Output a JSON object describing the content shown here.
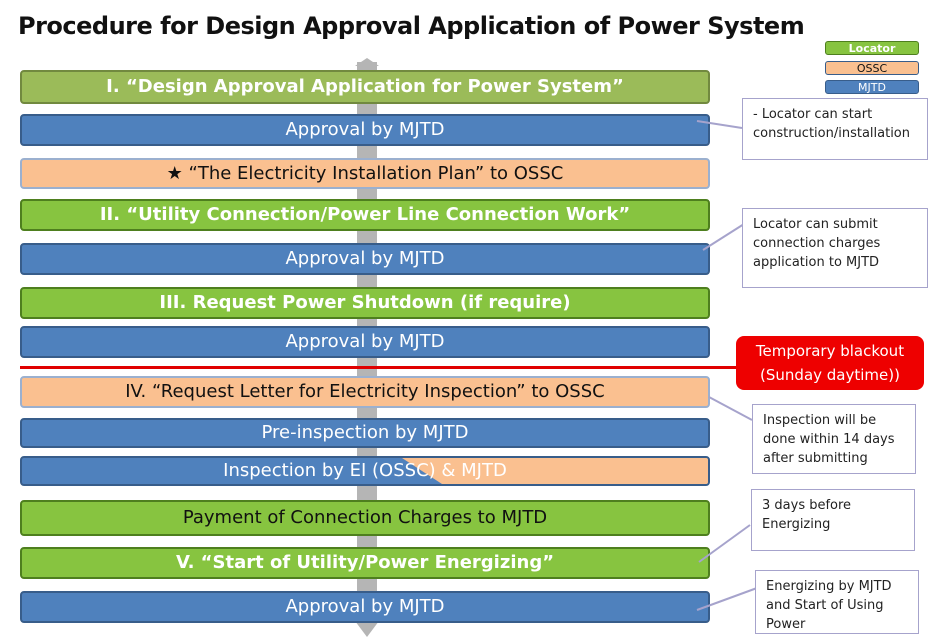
{
  "title": "Procedure for Design Approval Application of Power System",
  "legend": [
    {
      "label": "Locator",
      "color": "#87c440"
    },
    {
      "label": "OSSC",
      "color": "#fac090"
    },
    {
      "label": "MJTD",
      "color": "#4f81bd"
    }
  ],
  "steps": [
    {
      "label": "I. “Design Approval Application for Power System”",
      "party": "Locator"
    },
    {
      "label": "Approval by MJTD",
      "party": "MJTD"
    },
    {
      "label": "★ “The Electricity Installation Plan”  to OSSC",
      "party": "OSSC"
    },
    {
      "label": "II. “Utility Connection/Power Line Connection  Work”",
      "party": "Locator"
    },
    {
      "label": "Approval by MJTD",
      "party": "MJTD"
    },
    {
      "label": "III. Request Power Shutdown (if require)",
      "party": "Locator"
    },
    {
      "label": "Approval by MJTD",
      "party": "MJTD"
    },
    {
      "label": "IV. “Request Letter for Electricity Inspection” to OSSC",
      "party": "OSSC"
    },
    {
      "label": "Pre-inspection by MJTD",
      "party": "MJTD"
    },
    {
      "label": "Inspection by EI (OSSC) & MJTD",
      "party": "MJTD/OSSC"
    },
    {
      "label": "Payment of Connection Charges to MJTD",
      "party": "Locator"
    },
    {
      "label": "V. “Start of Utility/Power Energizing”",
      "party": "Locator"
    },
    {
      "label": "Approval by MJTD",
      "party": "MJTD"
    }
  ],
  "callouts": [
    "- Locator can start construction/installation",
    "Locator can submit connection charges application to MJTD",
    "Inspection will be done within 14 days after submitting",
    "3 days before Energizing",
    "Energizing by MJTD and Start of Using Power"
  ],
  "blackout_note": "Temporary blackout (Sunday daytime))"
}
